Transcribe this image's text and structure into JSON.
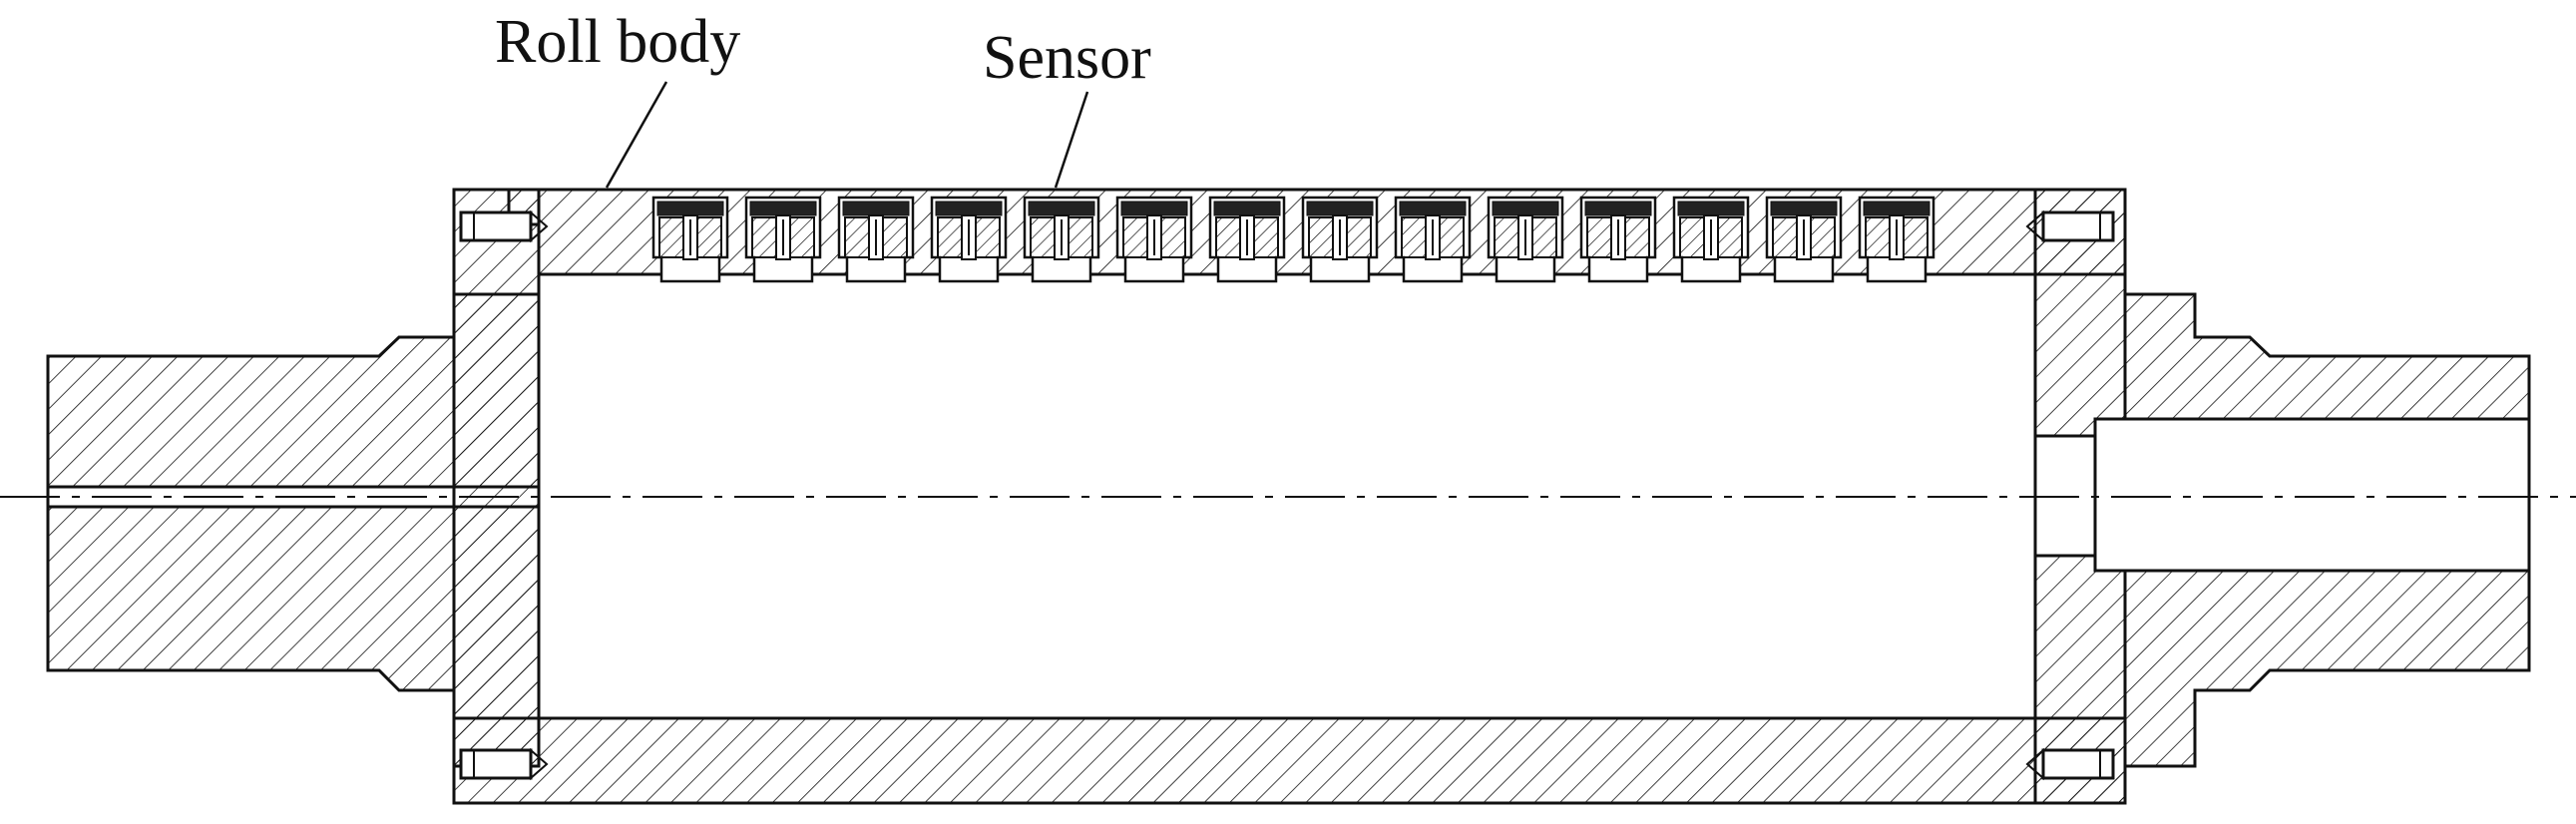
{
  "labels": {
    "roll_body": "Roll body",
    "sensor": "Sensor"
  },
  "sensors": {
    "count": 14
  },
  "colors": {
    "line": "#111111",
    "background": "#ffffff"
  }
}
